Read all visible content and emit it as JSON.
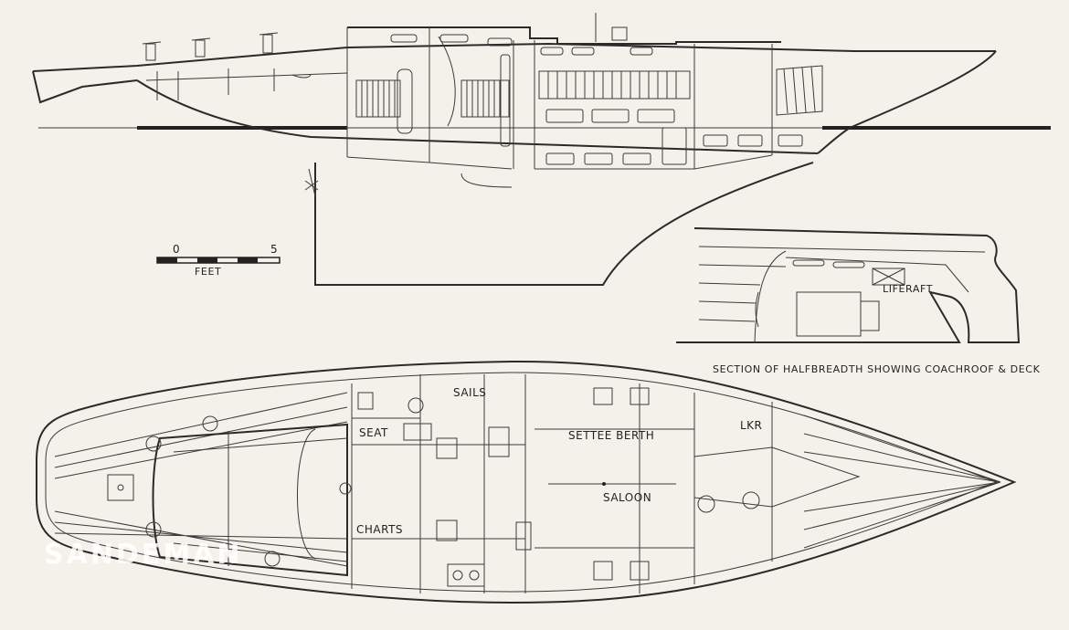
{
  "labels": {
    "sails": "SAILS",
    "seat": "SEAT",
    "settee_berth": "SETTEE BERTH",
    "lkr": "LKR",
    "saloon": "SALOON",
    "charts": "CHARTS",
    "liferaft": "LIFERAFT",
    "caption": "SECTION OF HALFBREADTH SHOWING COACHROOF & DECK"
  },
  "scale_bar": {
    "start": "0",
    "end": "5",
    "unit": "FEET"
  },
  "watermark": {
    "name": "SANDEMAN"
  },
  "colors": {
    "paper": "#f3f1ea",
    "ink": "#2a2a2a"
  }
}
